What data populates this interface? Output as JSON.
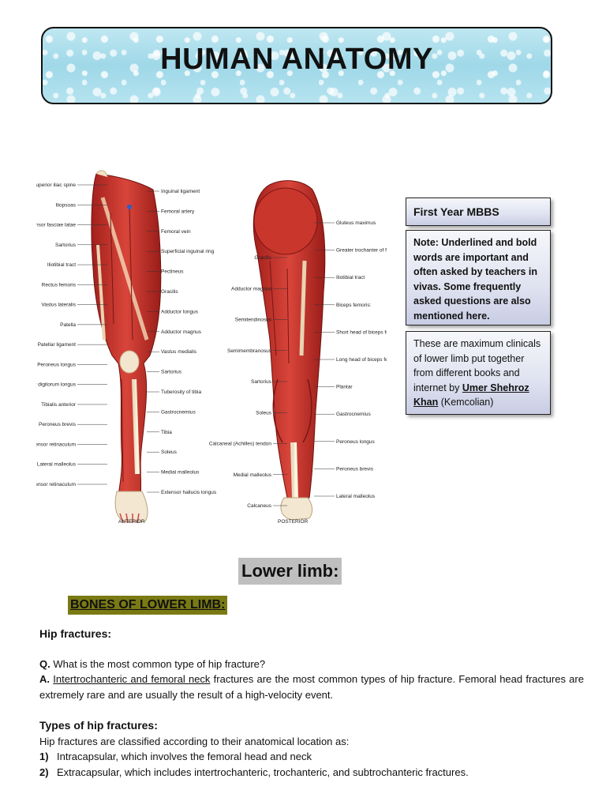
{
  "banner": {
    "title": "HUMAN ANATOMY"
  },
  "figure": {
    "anterior_caption": "ANTERIOR",
    "posterior_caption": "POSTERIOR",
    "anterior_left_labels": [
      "Anterior superior iliac spine",
      "Iliopsoas",
      "Tensor fasciae latae",
      "Sartorius",
      "Iliotibial tract",
      "Rectus femoris",
      "Vastus lateralis",
      "Patella",
      "Patellar ligament",
      "Peroneus longus",
      "Extensor digitorum longus",
      "Tibialis anterior",
      "Peroneus brevis",
      "Superior extensor retinaculum",
      "Lateral malleolus",
      "Inferior extensor retinaculum"
    ],
    "anterior_right_labels": [
      "Inguinal ligament",
      "Femoral artery",
      "Femoral vein",
      "Superficial inguinal ring",
      "Pectineus",
      "Gracilis",
      "Adductor longus",
      "Adductor magnus",
      "Vastus medialis",
      "Sartorius",
      "Tuberosity of tibia",
      "Gastrocnemius",
      "Tibia",
      "Soleus",
      "Medial malleolus",
      "Extensor hallucis longus"
    ],
    "posterior_left_labels": [
      "Gracilis",
      "Adductor magnus",
      "Semitendinosus",
      "Semimembranosus",
      "Sartorius",
      "Soleus",
      "Calcaneal (Achilles) tendon",
      "Medial malleolus",
      "Calcaneus"
    ],
    "posterior_right_labels": [
      "Gluteus maximus",
      "Greater trochanter of femur",
      "Iliotibial tract",
      "Biceps femoris:",
      "Short head of biceps femoris",
      "Long head of biceps femoris",
      "Plantar",
      "Gastrocnemius",
      "Peroneus longus",
      "Peroneus brevis",
      "Lateral malleolus"
    ]
  },
  "sidebar": {
    "box1": "First Year MBBS",
    "box2": "Note: Underlined and bold words are important and often asked by teachers in vivas. Some frequently asked questions are also mentioned here.",
    "box3_pre": "These are maximum clinicals of lower limb put together from different books and internet by ",
    "box3_author": "Umer Shehroz Khan",
    "box3_post": " (Kemcolian)"
  },
  "content": {
    "section_title": "Lower limb:",
    "bones_heading": "BONES OF LOWER LIMB:",
    "hip_heading": "Hip fractures:",
    "q_label": "Q.",
    "question": " What is the most common type of hip fracture?",
    "a_label": "A.",
    "answer_underlined": "Intertrochanteric and femoral neck",
    "answer_rest": " fractures are the most common types of hip fracture. Femoral head fractures are extremely rare and are usually the result of a high-velocity event.",
    "types_heading": "Types of hip fractures:",
    "types_intro": "Hip fractures are classified according to their anatomical location as:",
    "types": [
      {
        "num": "1)",
        "text": "Intracapsular, which involves the femoral head and neck"
      },
      {
        "num": "2)",
        "text": "Extracapsular, which includes intertrochanteric, trochanteric, and subtrochanteric fractures."
      }
    ]
  }
}
